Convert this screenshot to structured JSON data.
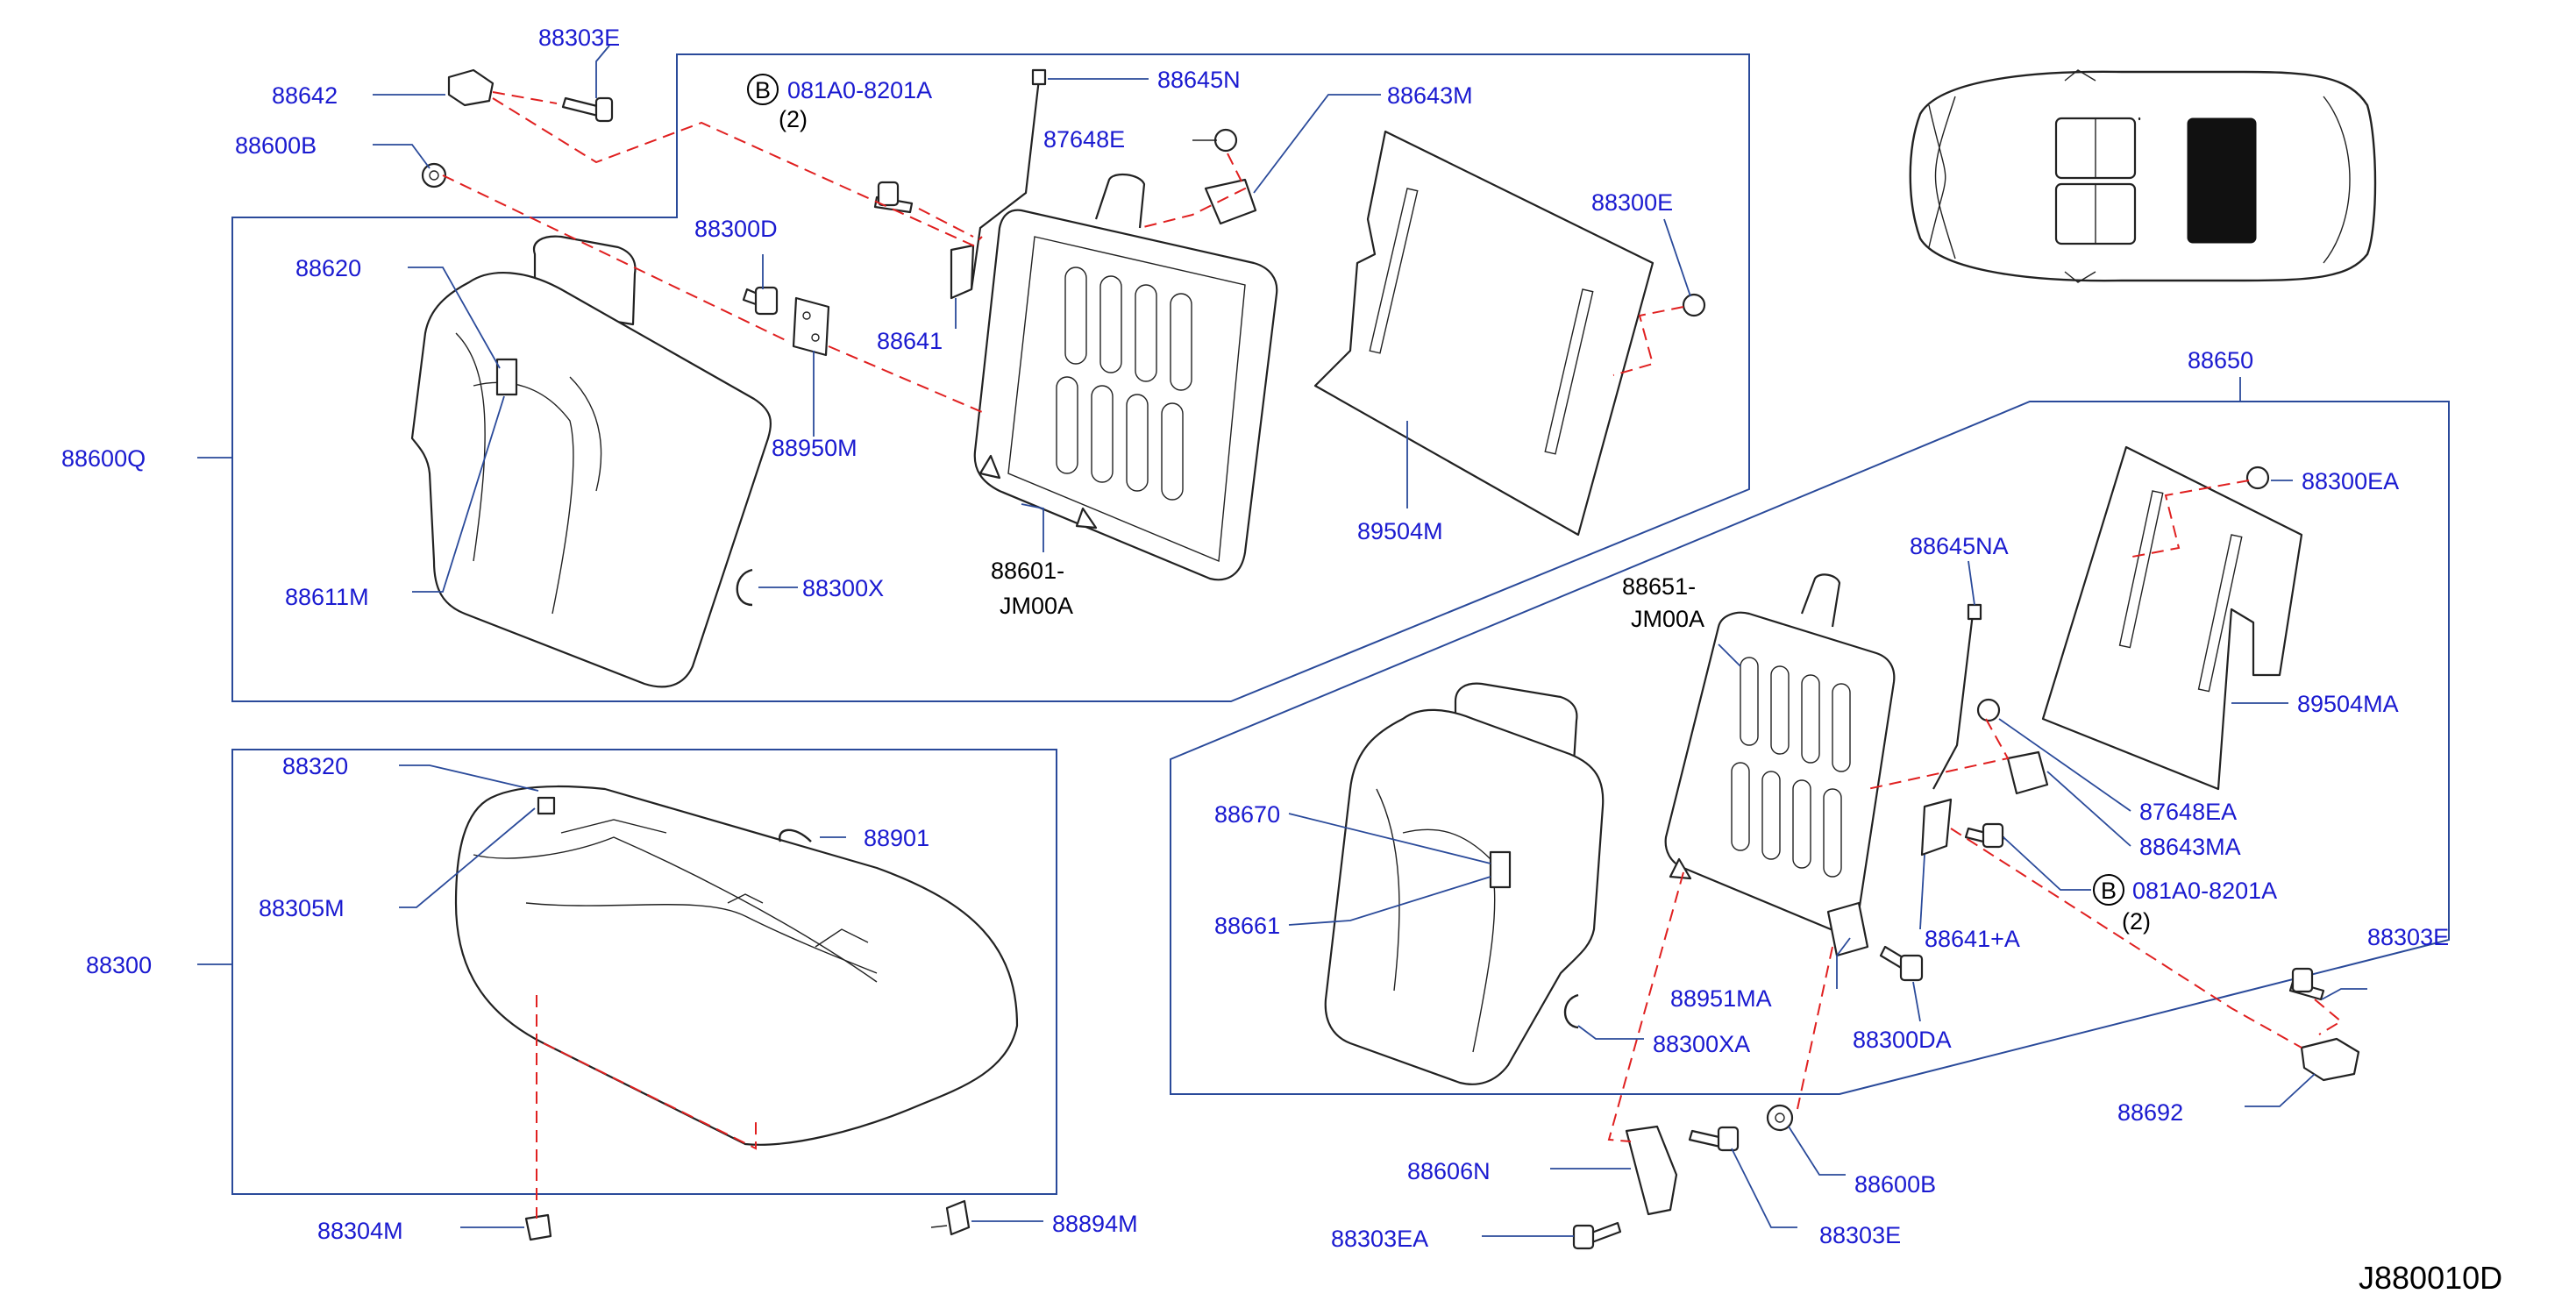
{
  "diagram_code": "J880010D",
  "callout_letter": "B",
  "labels": {
    "p88303E_top": "88303E",
    "p88642": "88642",
    "p88600B_top": "88600B",
    "p081A0_top": "081A0-8201A",
    "p081A0_top_qty": "(2)",
    "p88645N": "88645N",
    "p87648E": "87648E",
    "p88643M": "88643M",
    "p88300E": "88300E",
    "p88620": "88620",
    "p88300D": "88300D",
    "p88641": "88641",
    "p88950M": "88950M",
    "p88600Q": "88600Q",
    "p88611M": "88611M",
    "p88300X": "88300X",
    "p88601_l1": "88601-",
    "p88601_l2": "JM00A",
    "p89504M": "89504M",
    "p88650": "88650",
    "p88300EA": "88300EA",
    "p88645NA": "88645NA",
    "p88651_l1": "88651-",
    "p88651_l2": "JM00A",
    "p89504MA": "89504MA",
    "p88320": "88320",
    "p88901": "88901",
    "p88305M": "88305M",
    "p88300": "88300",
    "p88670": "88670",
    "p87648EA": "87648EA",
    "p88643MA": "88643MA",
    "p081A0_bot": "081A0-8201A",
    "p081A0_bot_qty": "(2)",
    "p88661": "88661",
    "p88641A": "88641+A",
    "p88303E_right": "88303E",
    "p88951MA": "88951MA",
    "p88300DA": "88300DA",
    "p88300XA": "88300XA",
    "p88692": "88692",
    "p88606N": "88606N",
    "p88600B_bot": "88600B",
    "p88304M": "88304M",
    "p88894M": "88894M",
    "p88303EA": "88303EA",
    "p88303E_bot": "88303E"
  }
}
